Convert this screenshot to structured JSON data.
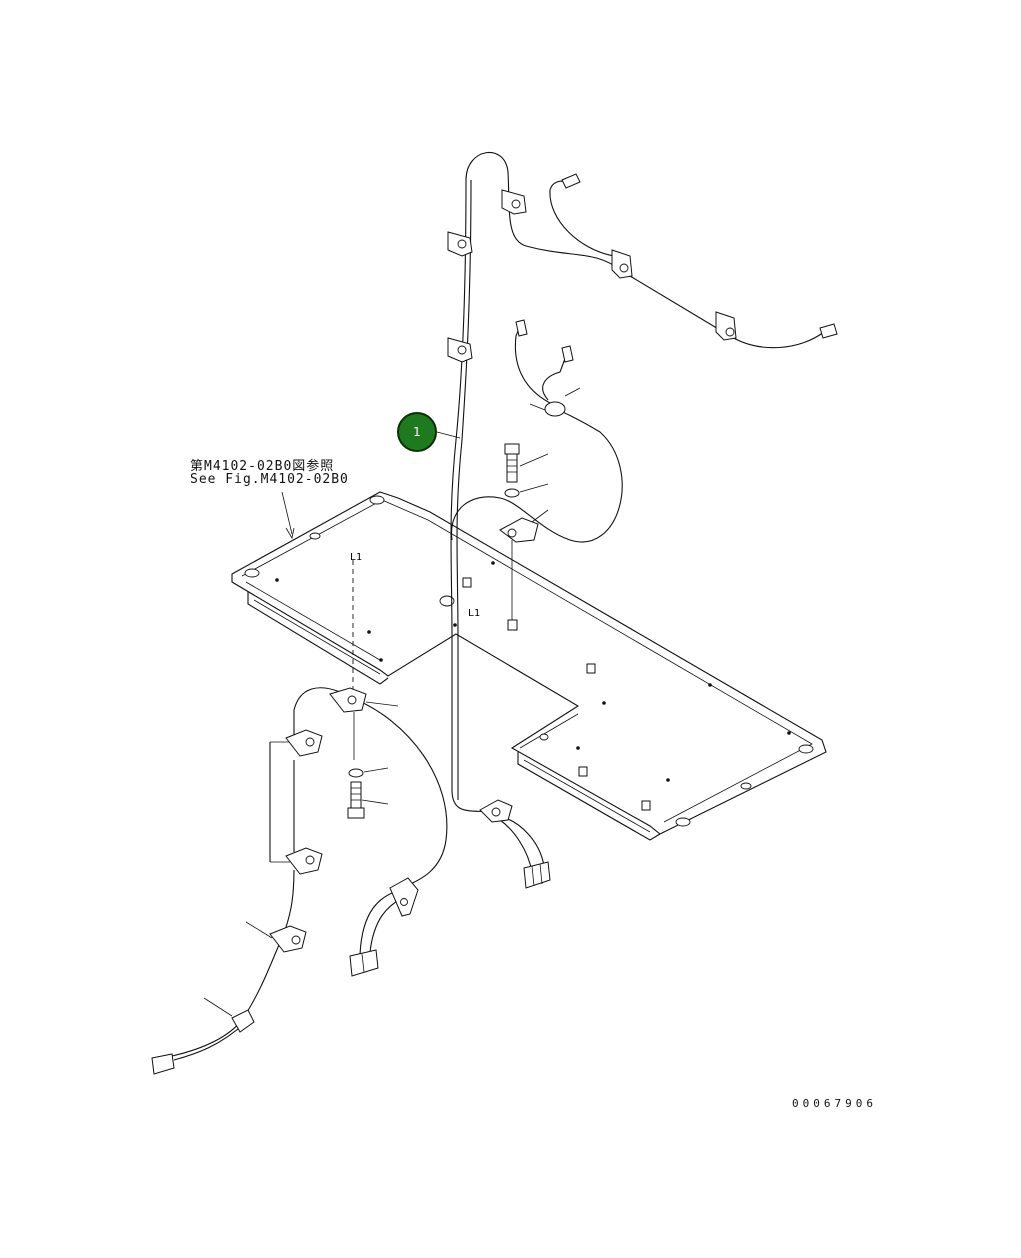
{
  "reference": {
    "jp": "第M4102-02B0図参照",
    "en": "See Fig.M4102-02B0"
  },
  "callout": {
    "label": "1",
    "color": "#1f7a1f"
  },
  "alignment_marks": {
    "upper": "L1",
    "lower": "L1"
  },
  "drawing_number": "00067906",
  "icons": {
    "callout": "numbered-circle-icon",
    "connector": "connector-plug-icon",
    "clamp": "cable-clamp-icon",
    "bolt": "bolt-icon",
    "washer": "washer-icon"
  }
}
